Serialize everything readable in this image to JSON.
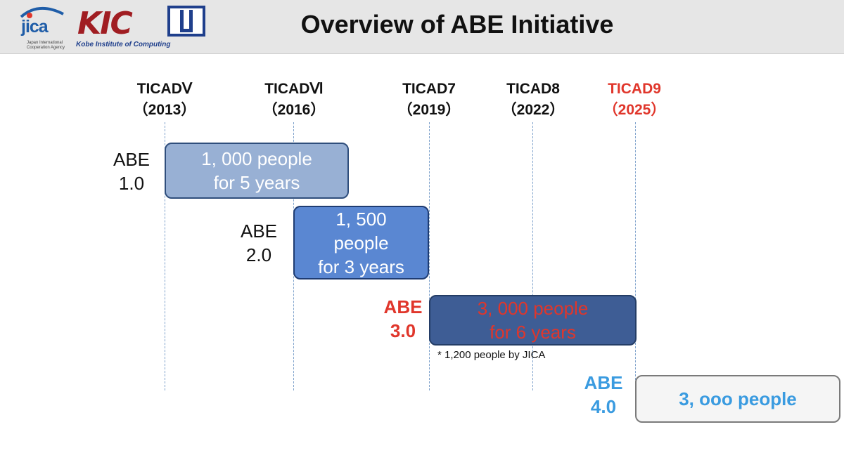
{
  "header": {
    "title": "Overview of ABE Initiative",
    "jica_logo_text": "jica",
    "jica_logo_subtext": "Japan International Cooperation Agency",
    "kic_logo_text": "KIC",
    "kic_logo_subtext": "Kobe Institute of Computing"
  },
  "timeline": {
    "ticads": [
      {
        "name": "TICADⅤ",
        "year": "（2013）"
      },
      {
        "name": "TICADⅥ",
        "year": "（2016）"
      },
      {
        "name": "TICAD7",
        "year": "（2019）"
      },
      {
        "name": "TICAD8",
        "year": "（2022）"
      },
      {
        "name": "TICAD9",
        "year": "（2025）"
      }
    ],
    "phases": [
      {
        "label_line1": "ABE",
        "label_line2": "1.0",
        "text_line1": "1, 000 people",
        "text_line2": "for 5 years",
        "text_line3": ""
      },
      {
        "label_line1": "ABE",
        "label_line2": "2.0",
        "text_line1": "1, 500",
        "text_line2": "people",
        "text_line3": "for 3 years"
      },
      {
        "label_line1": "ABE",
        "label_line2": "3.0",
        "text_line1": "3, 000 people",
        "text_line2": "for 6 years",
        "text_line3": ""
      },
      {
        "label_line1": "ABE",
        "label_line2": "4.0",
        "text_line1": "3, ooo people",
        "text_line2": "",
        "text_line3": ""
      }
    ],
    "note": "* 1,200 people by JICA"
  },
  "colors": {
    "highlight_red": "#e0362b",
    "abe4_blue": "#3a9be0",
    "bar1": "#98b0d4",
    "bar2": "#5a87d2",
    "bar3": "#3e5d95",
    "bar4": "#f5f5f5"
  }
}
